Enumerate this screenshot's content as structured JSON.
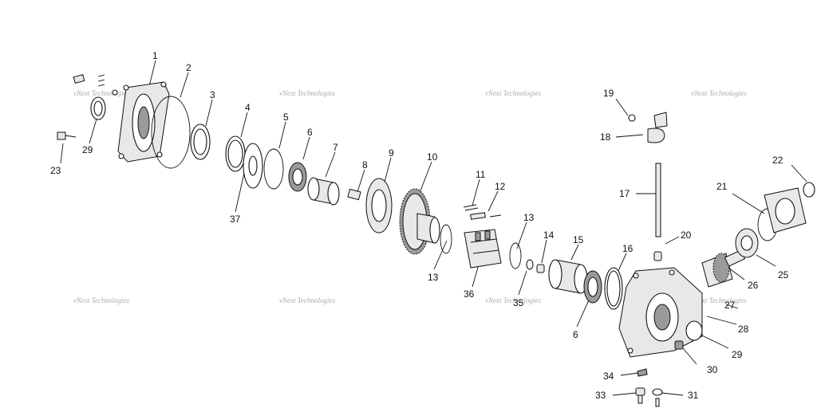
{
  "watermark_text": "vNext Technologies",
  "callouts": [
    "1",
    "2",
    "3",
    "4",
    "5",
    "6",
    "7",
    "8",
    "9",
    "10",
    "11",
    "12",
    "13",
    "13",
    "14",
    "15",
    "16",
    "6",
    "17",
    "18",
    "19",
    "20",
    "21",
    "22",
    "23",
    "29",
    "37",
    "36",
    "35",
    "25",
    "26",
    "27",
    "28",
    "29",
    "30",
    "34",
    "33",
    "31"
  ],
  "colors": {
    "ink": "#111111",
    "watermark": "#a9a9a9",
    "background": "#ffffff"
  }
}
